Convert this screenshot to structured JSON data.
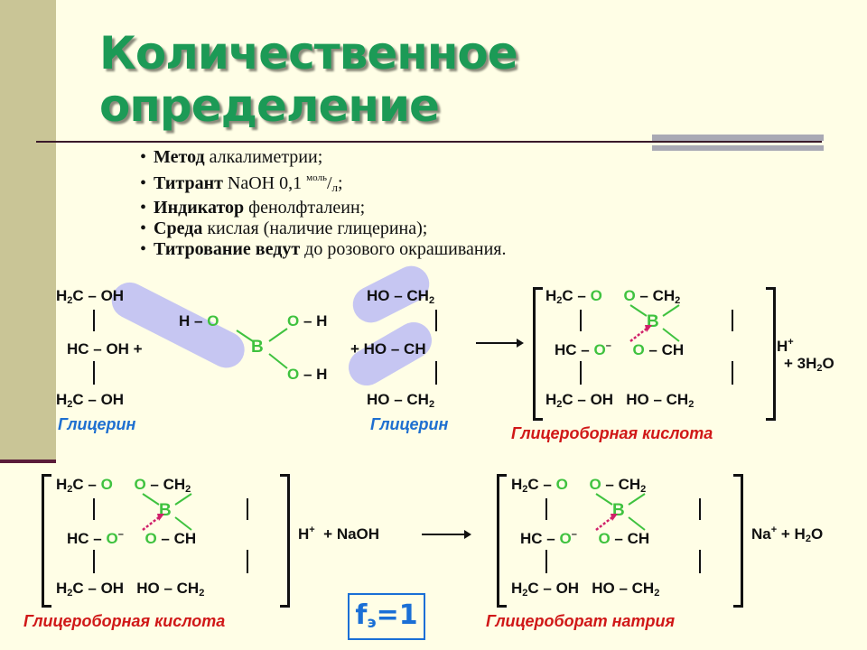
{
  "slide": {
    "title": "Количественное определение",
    "bullets": [
      {
        "bold": "Метод",
        "text": " алкалиметрии;"
      },
      {
        "bold": "Титрант",
        "text": " NaOH 0,1 ",
        "sup": "моль",
        "mid": "/",
        "sub": "л",
        "end": ";"
      },
      {
        "bold": "Индикатор",
        "text": " фенолфталеин;"
      },
      {
        "bold": "Среда",
        "text": " кислая (наличие глицерина);"
      },
      {
        "bold": "Титрование ведут",
        "text": " до розового окрашивания."
      }
    ],
    "labels": {
      "glycerin": "Глицерин",
      "glyceroboric_acid": "Глицероборная кислота",
      "sodium_glyceroborate": "Глицероборат натрия"
    },
    "reagents": {
      "h_plus": "H",
      "plus_3h2o": "+ 3H",
      "plus_naoh": "+ NaOH",
      "na_plus": "Na",
      "plus_h2o": "+ H"
    },
    "factor": {
      "symbol": "f",
      "sub": "э",
      "value": "=1"
    }
  }
}
